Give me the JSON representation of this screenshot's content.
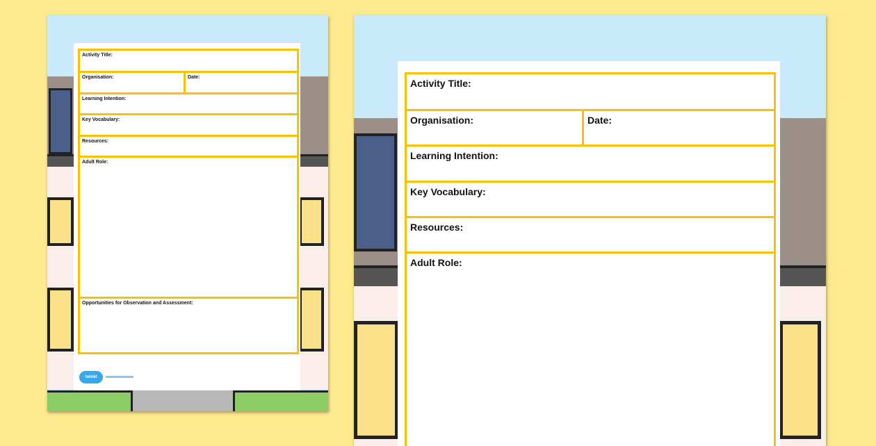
{
  "colors": {
    "background": "#fde98e",
    "sky": "#c8eafa",
    "border": "#f8c200",
    "roof": "#9c8f88",
    "wall": "#fbeeea",
    "grass": "#8ccc64",
    "logo": "#3aa8e8"
  },
  "logo": {
    "text": "twinkl",
    "url": "www.twinkl.co.uk"
  },
  "form": {
    "activity_title": "Activity Title:",
    "organisation": "Organisation:",
    "date": "Date:",
    "learning_intention": "Learning Intention:",
    "key_vocabulary": "Key Vocabulary:",
    "resources": "Resources:",
    "adult_role": "Adult Role:",
    "opportunities": "Opportunities for Observation and Assessment:"
  }
}
